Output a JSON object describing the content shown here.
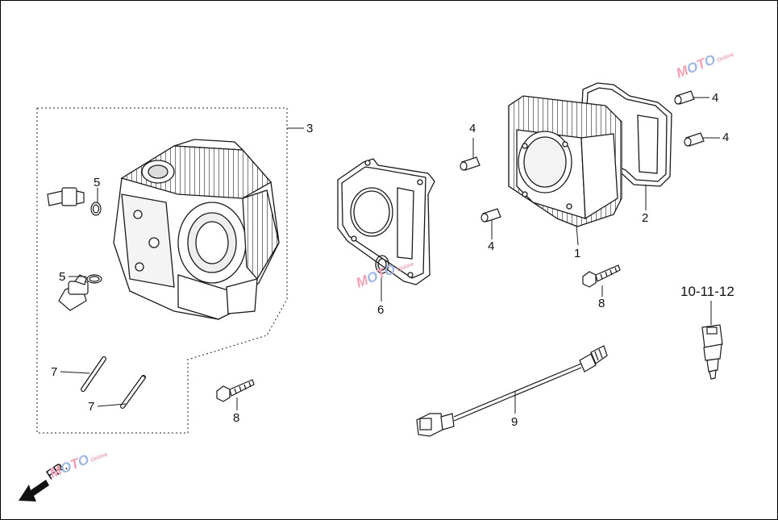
{
  "callouts": {
    "c1": "1",
    "c2": "2",
    "c3": "3",
    "c4a": "4",
    "c4b": "4",
    "c4c": "4",
    "c4d": "4",
    "c5a": "5",
    "c5b": "5",
    "c6": "6",
    "c7a": "7",
    "c7b": "7",
    "c8a": "8",
    "c8b": "8",
    "c9": "9",
    "c10": "10-11-12"
  },
  "front_marker": {
    "label": "FR."
  },
  "watermark": {
    "m": "M",
    "o": "O",
    "t": "T",
    "o2": "O",
    "sub": "Online"
  },
  "colors": {
    "line": "#1a1a1a",
    "dash": "#222222",
    "watermark_pink": "#f3a0b4",
    "watermark_blue": "#9fb7df"
  }
}
